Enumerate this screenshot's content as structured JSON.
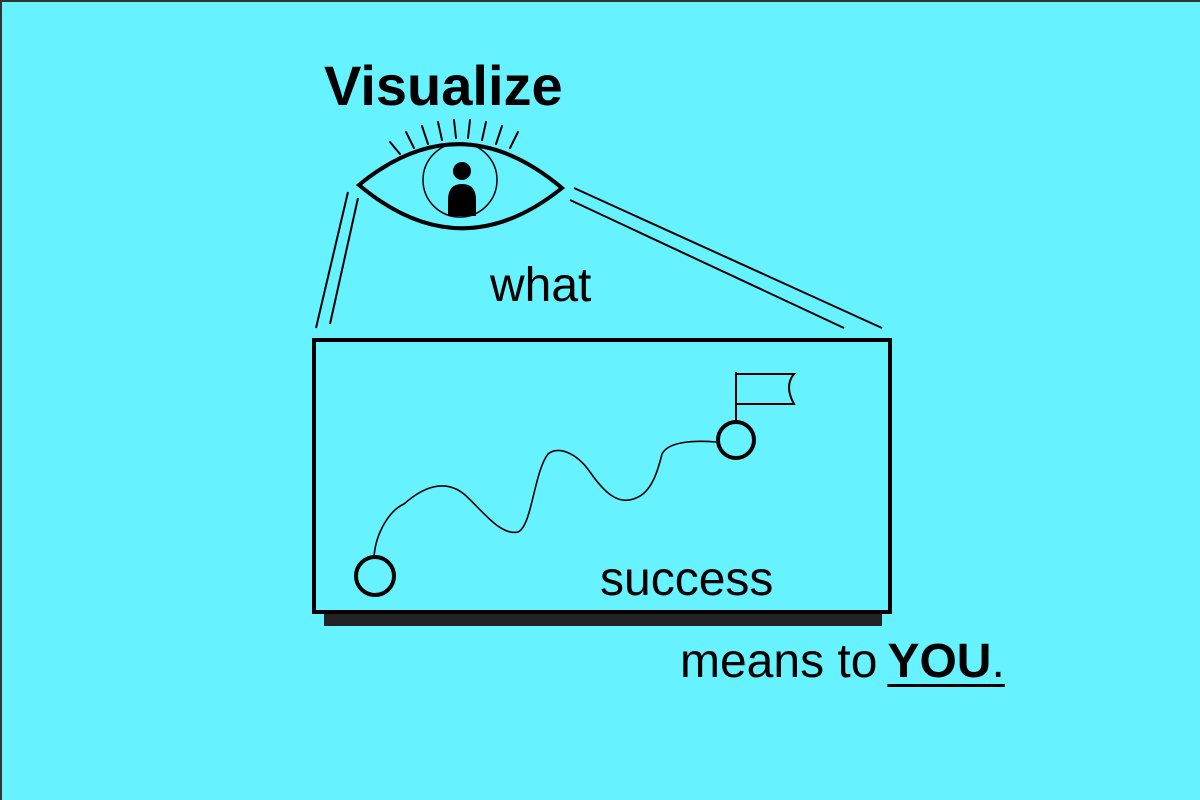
{
  "title": "Visualize",
  "phrase": {
    "what": "what",
    "success": "success",
    "means_to": "means to",
    "you": "YOU",
    "period": "."
  },
  "colors": {
    "background": "#66f2ff",
    "ink": "#000000",
    "frame_border": "#333333",
    "board_shadow": "#222222"
  },
  "icons": {
    "eye": "eye-icon",
    "person": "person-icon",
    "flag": "flag-icon"
  }
}
